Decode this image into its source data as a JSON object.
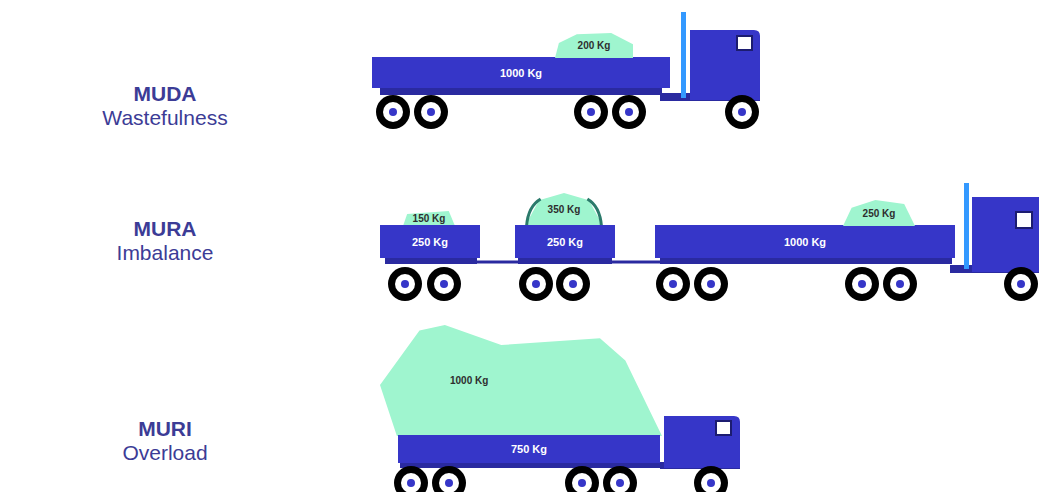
{
  "diagram": {
    "nodes": [
      {
        "text": [
          "1000 Kg"
        ]
      },
      {
        "text": [
          "200 Kg"
        ]
      },
      {
        "text": [
          "150 Kg"
        ]
      },
      {
        "text": [
          "250 Kg"
        ]
      },
      {
        "text": [
          "350 Kg"
        ]
      },
      {
        "text": [
          "250 Kg"
        ]
      },
      {
        "text": [
          "1000 Kg"
        ]
      },
      {
        "text": [
          "250 Kg"
        ]
      },
      {
        "text": [
          "1000 Kg"
        ]
      },
      {
        "text": [
          "750 Kg"
        ]
      }
    ],
    "labels": [
      "MUDA",
      "Wastefulness",
      "MURA",
      "Imbalance",
      "MURI",
      "Overload"
    ]
  }
}
